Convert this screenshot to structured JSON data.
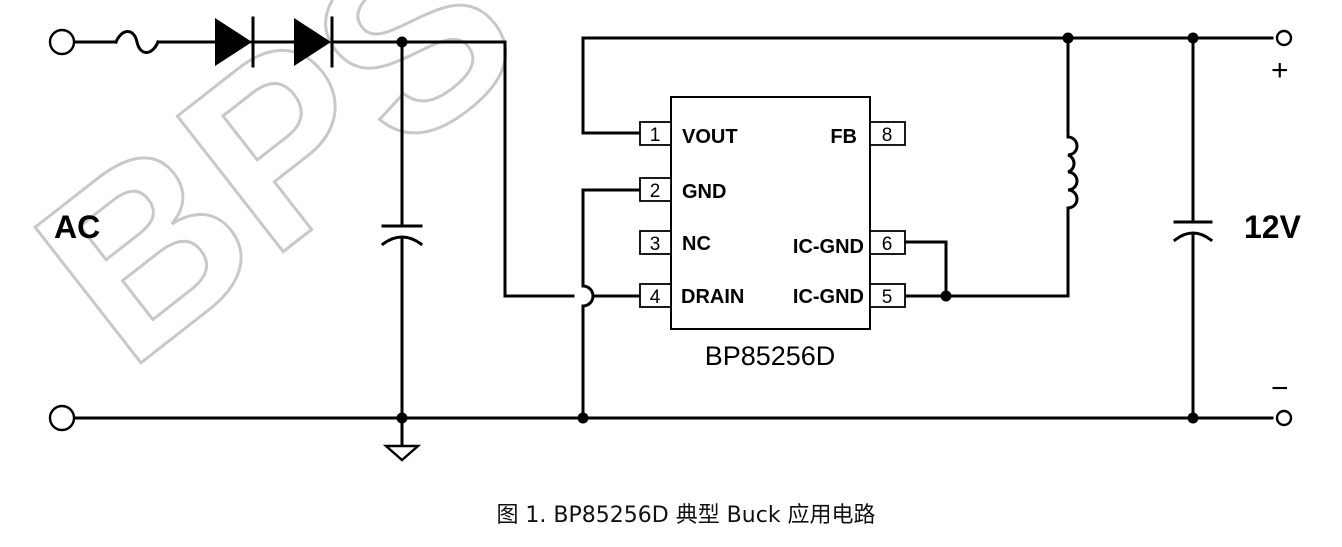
{
  "labels": {
    "input": "AC",
    "output": "12V",
    "positive": "+",
    "negative": "−",
    "part_number": "BP85256D",
    "watermark": "BPS"
  },
  "pins": [
    {
      "number": "1",
      "name": "VOUT"
    },
    {
      "number": "2",
      "name": "GND"
    },
    {
      "number": "3",
      "name": "NC"
    },
    {
      "number": "4",
      "name": "DRAIN"
    },
    {
      "number": "5",
      "name": "IC-GND"
    },
    {
      "number": "6",
      "name": "IC-GND"
    },
    {
      "number": "8",
      "name": "FB"
    }
  ],
  "caption": "图 1. BP85256D 典型 Buck 应用电路"
}
